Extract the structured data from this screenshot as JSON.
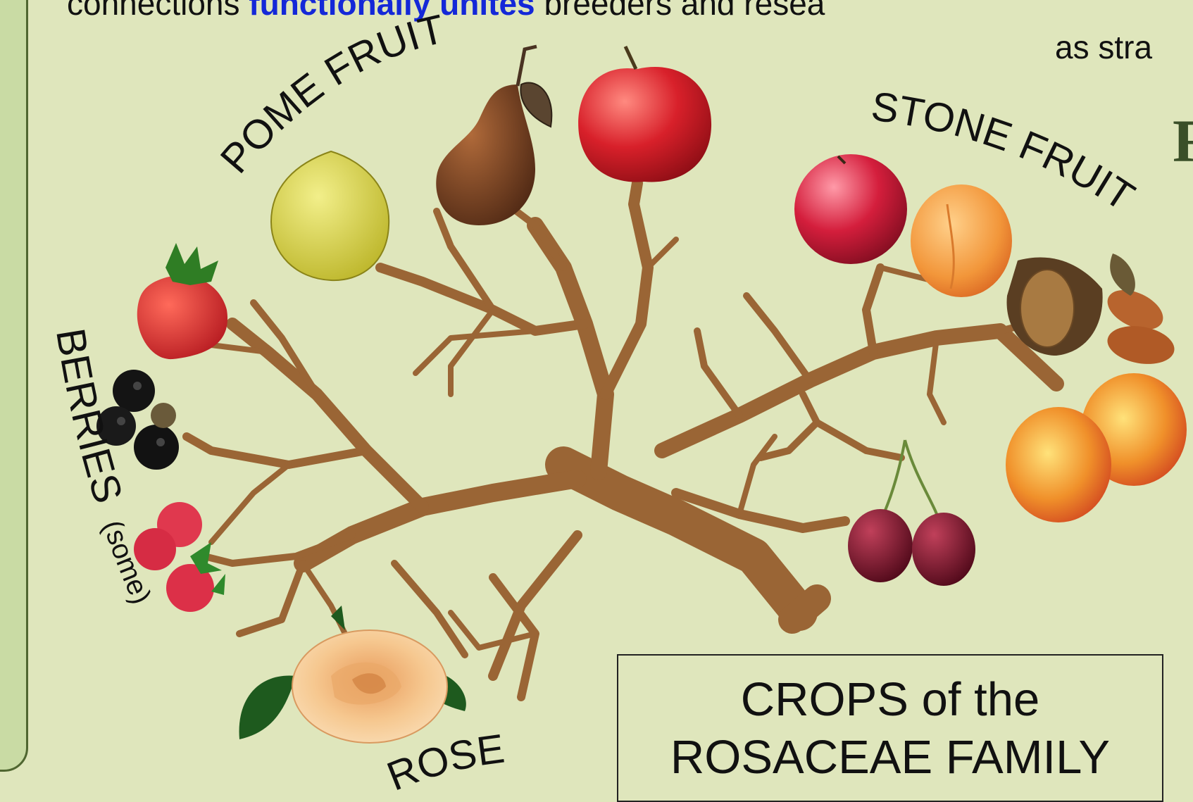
{
  "header": {
    "line1_start": "connections",
    "line1_blue": "functionally unites",
    "line1_end": "breeders and resea",
    "line2": "as stra"
  },
  "labels": {
    "pome": "POME FRUIT",
    "stone": "STONE FRUIT",
    "berries": "BERRIES",
    "berries_note": "(some)",
    "rose": "ROSE"
  },
  "caption": {
    "line1": "CROPS of the",
    "line2": "ROSACEAE FAMILY"
  },
  "colors": {
    "background": "#dfe6bc",
    "branch": "#9a6535",
    "highlight": "#1428d8"
  },
  "fruits": [
    "quince",
    "pear",
    "apple",
    "strawberry",
    "blackberry",
    "raspberry",
    "rose",
    "plum",
    "apricot",
    "almond",
    "peach",
    "cherry"
  ]
}
